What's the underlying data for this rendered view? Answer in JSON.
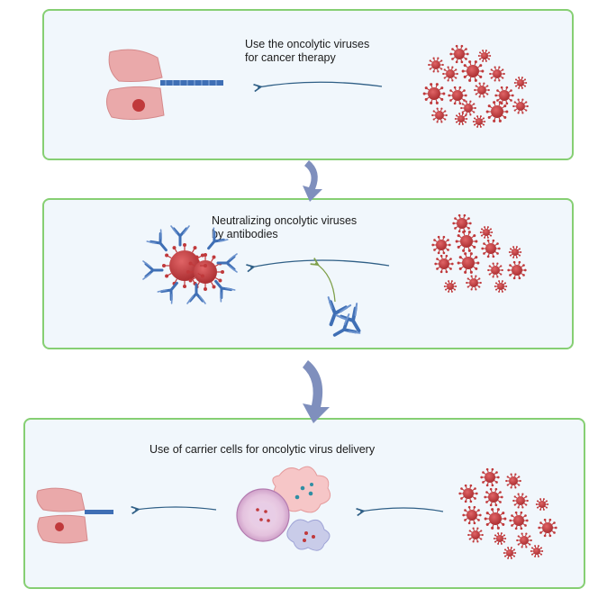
{
  "panels": [
    {
      "lines": [
        "Use the oncolytic viruses",
        "for cancer therapy"
      ]
    },
    {
      "lines": [
        "Neutralizing oncolytic viruses",
        "by antibodies"
      ]
    },
    {
      "lines": [
        "Use of carrier cells for oncolytic virus delivery"
      ]
    }
  ],
  "colors": {
    "panel_border": "#86cf73",
    "panel_fill": "#f1f7fc",
    "virus": "#c0393b",
    "antibody": "#3f6fb5",
    "lung": "#e8a5a6",
    "arrow_down": "#7f8fbd",
    "arrow_line": "#2f5f86"
  }
}
